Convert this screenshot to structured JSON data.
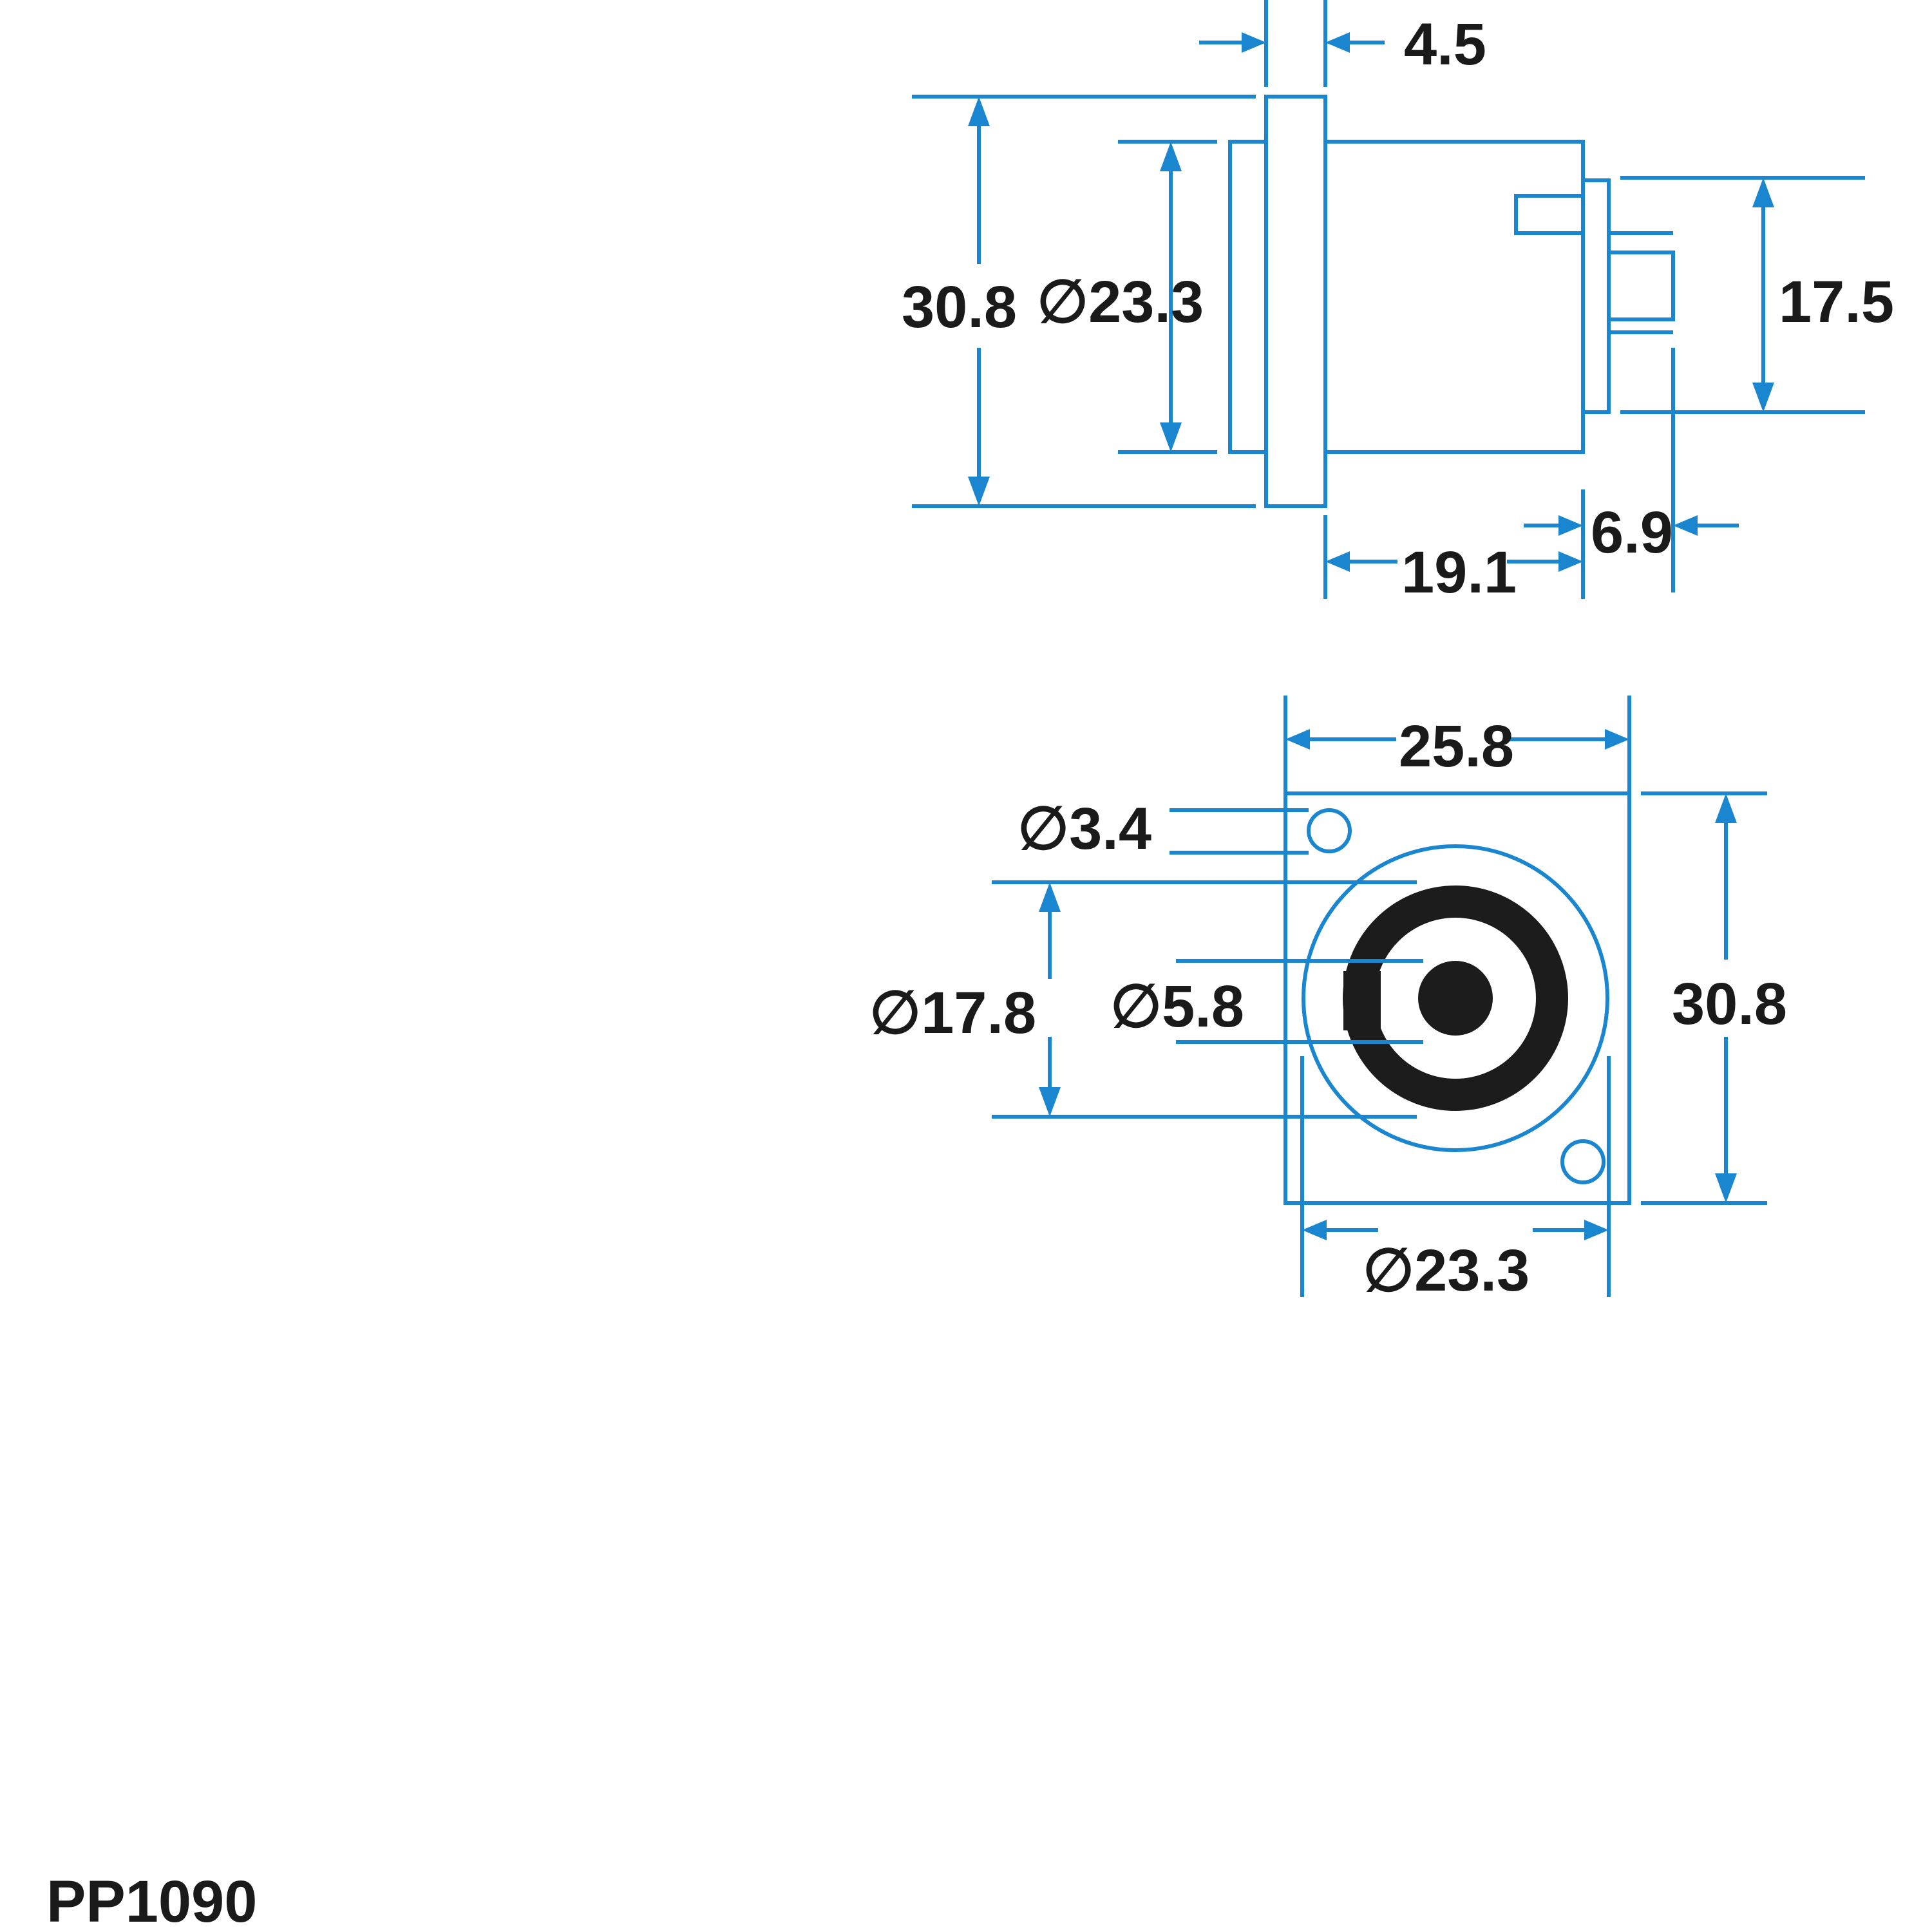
{
  "part_number": "PP1090",
  "colors": {
    "lines": "#1a86cf",
    "text": "#1a1a1a",
    "insert": "#1c1c1c"
  },
  "side_view": {
    "flange_thickness": "4.5",
    "overall_height": "30.8",
    "body_diameter": "∅23.3",
    "terminal_height": "17.5",
    "terminal_depth": "6.9",
    "body_depth": "19.1"
  },
  "front_view": {
    "width": "25.8",
    "hole_diameter": "∅3.4",
    "socket_diameter": "∅17.8",
    "pin_diameter": "∅5.8",
    "height": "30.8",
    "body_diameter": "∅23.3"
  }
}
